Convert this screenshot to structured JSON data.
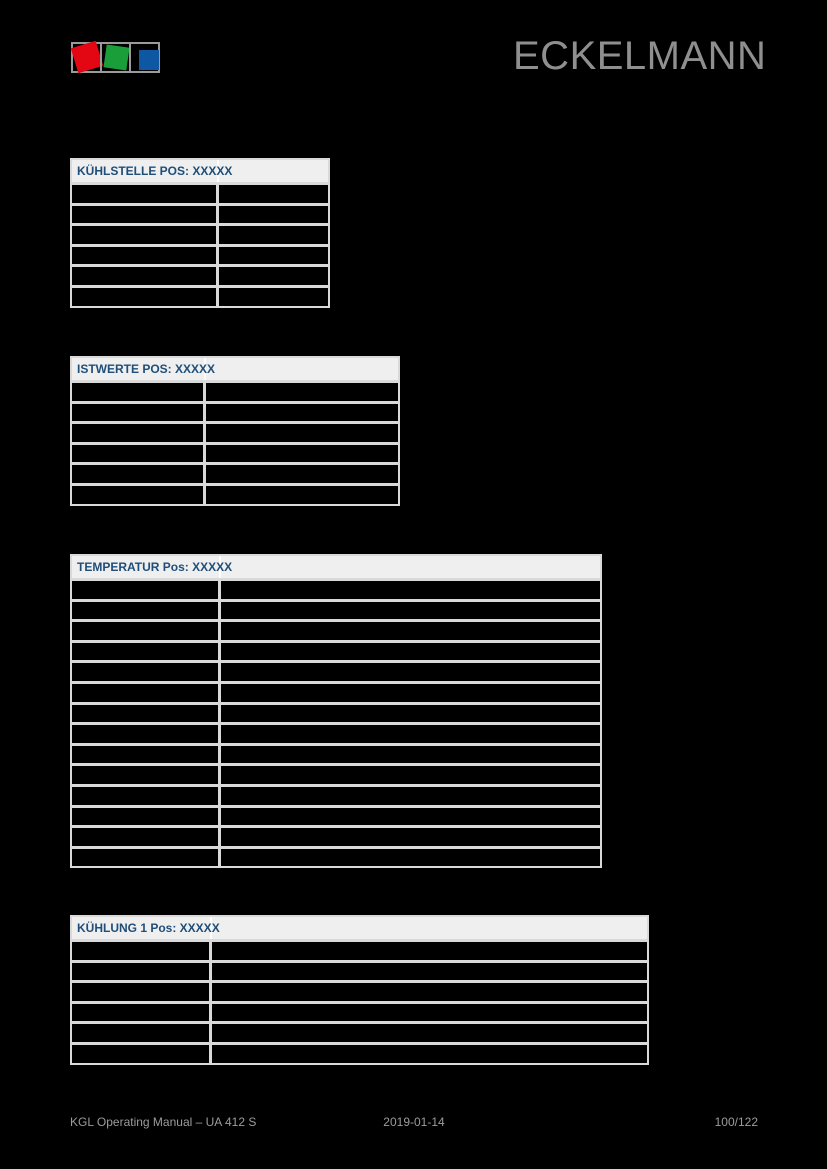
{
  "page": {
    "colors": {
      "page-bg": "#000000",
      "table-border": "#d9d9d9",
      "table-header-bg": "#efefef",
      "header-text": "#1f4e79",
      "wordmark": "#8f8f8f",
      "footer-text": "#9c9c9c",
      "logo-frame": "#9b9b9b",
      "logo-red": "#e30613",
      "logo-green": "#1a9e3a",
      "logo-blue": "#0e57a2"
    }
  },
  "brand": {
    "wordmark": "ECKELMANN",
    "logo_icons": [
      "red-square-icon",
      "green-square-icon",
      "blue-square-icon"
    ]
  },
  "tables": [
    {
      "title": "KÜHLSTELLE POS: XXXXX",
      "rows": 6,
      "columns": 2
    },
    {
      "title": "ISTWERTE POS: XXXXX",
      "rows": 6,
      "columns": 2
    },
    {
      "title": "TEMPERATUR Pos: XXXXX",
      "rows": 14,
      "columns": 2
    },
    {
      "title": "KÜHLUNG 1 Pos: XXXXX",
      "rows": 6,
      "columns": 2
    }
  ],
  "footer": {
    "left": "KGL Operating Manual – UA 412 S",
    "center": "2019-01-14",
    "right": "100/122"
  }
}
